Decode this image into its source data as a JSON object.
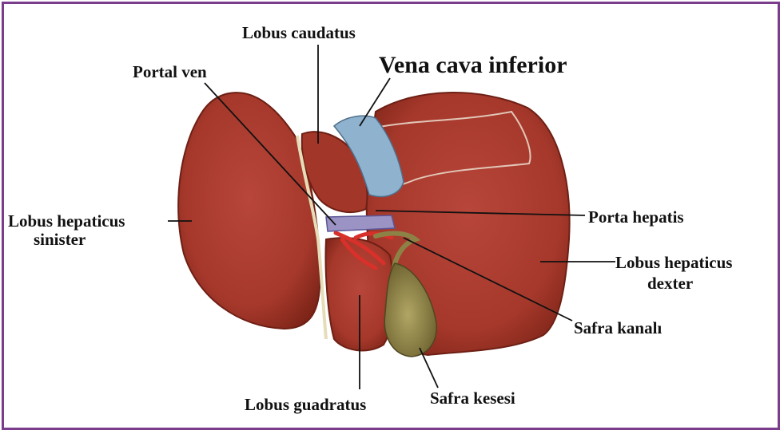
{
  "diagram": {
    "labels": {
      "lobus_caudatus": "Lobus caudatus",
      "vena_cava_inferior": "Vena cava inferior",
      "portal_ven": "Portal ven",
      "lobus_hepaticus_sinister_l1": "Lobus hepaticus",
      "lobus_hepaticus_sinister_l2": "sinister",
      "porta_hepatis": "Porta hepatis",
      "lobus_hepaticus_dexter_l1": "Lobus hepaticus",
      "lobus_hepaticus_dexter_l2": "dexter",
      "safra_kanali": "Safra kanalı",
      "lobus_quadratus": "Lobus guadratus",
      "safra_kesesi": "Safra kesesi"
    },
    "colors": {
      "frame": "#7a3d8c",
      "liver": "#a93a2c",
      "liver_dark": "#7d2418",
      "vein_blue": "#8fb3cf",
      "portal_violet": "#9a93c4",
      "artery_red": "#d8302a",
      "gallbladder": "#8d8246",
      "ligament": "#e6ddb8",
      "leader_line": "#111111"
    }
  }
}
